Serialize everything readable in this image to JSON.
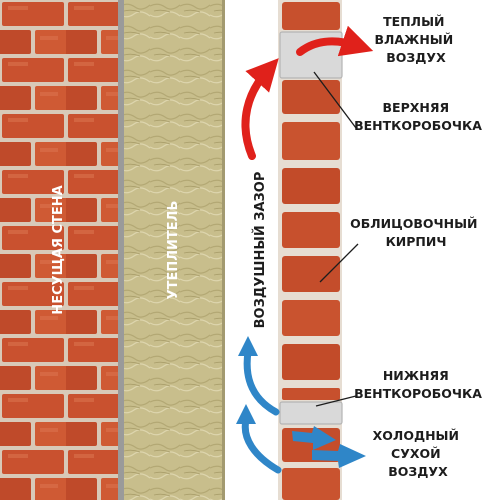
{
  "wall_label": "НЕСУЩАЯ СТЕНА",
  "insulation_label": "УТЕПЛИТЕЛЬ",
  "air_gap_label": "ВОЗДУШНЫЙ ЗАЗОР",
  "callouts": {
    "warm_air": [
      "ТЕПЛЫЙ",
      "ВЛАЖНЫЙ",
      "ВОЗДУХ"
    ],
    "upper_vent": [
      "ВЕРХНЯЯ",
      "ВЕНТКОРОБОЧКА"
    ],
    "facing_brick": [
      "ОБЛИЦОВОЧНЫЙ",
      "КИРПИЧ"
    ],
    "lower_vent": [
      "НИЖНЯЯ",
      "ВЕНТКОРОБОЧКА"
    ],
    "cold_air": [
      "ХОЛОДНЫЙ",
      "СУХОЙ",
      "ВОЗДУХ"
    ]
  },
  "colors": {
    "brick": "#c7502d",
    "mortar": "#e6ddd2",
    "insulation": "#c9bf8d",
    "vent_box": "#d9d9d9",
    "warm_arrow": "#e0211b",
    "cold_arrow": "#2f86c8",
    "text": "#1d1d1d"
  }
}
